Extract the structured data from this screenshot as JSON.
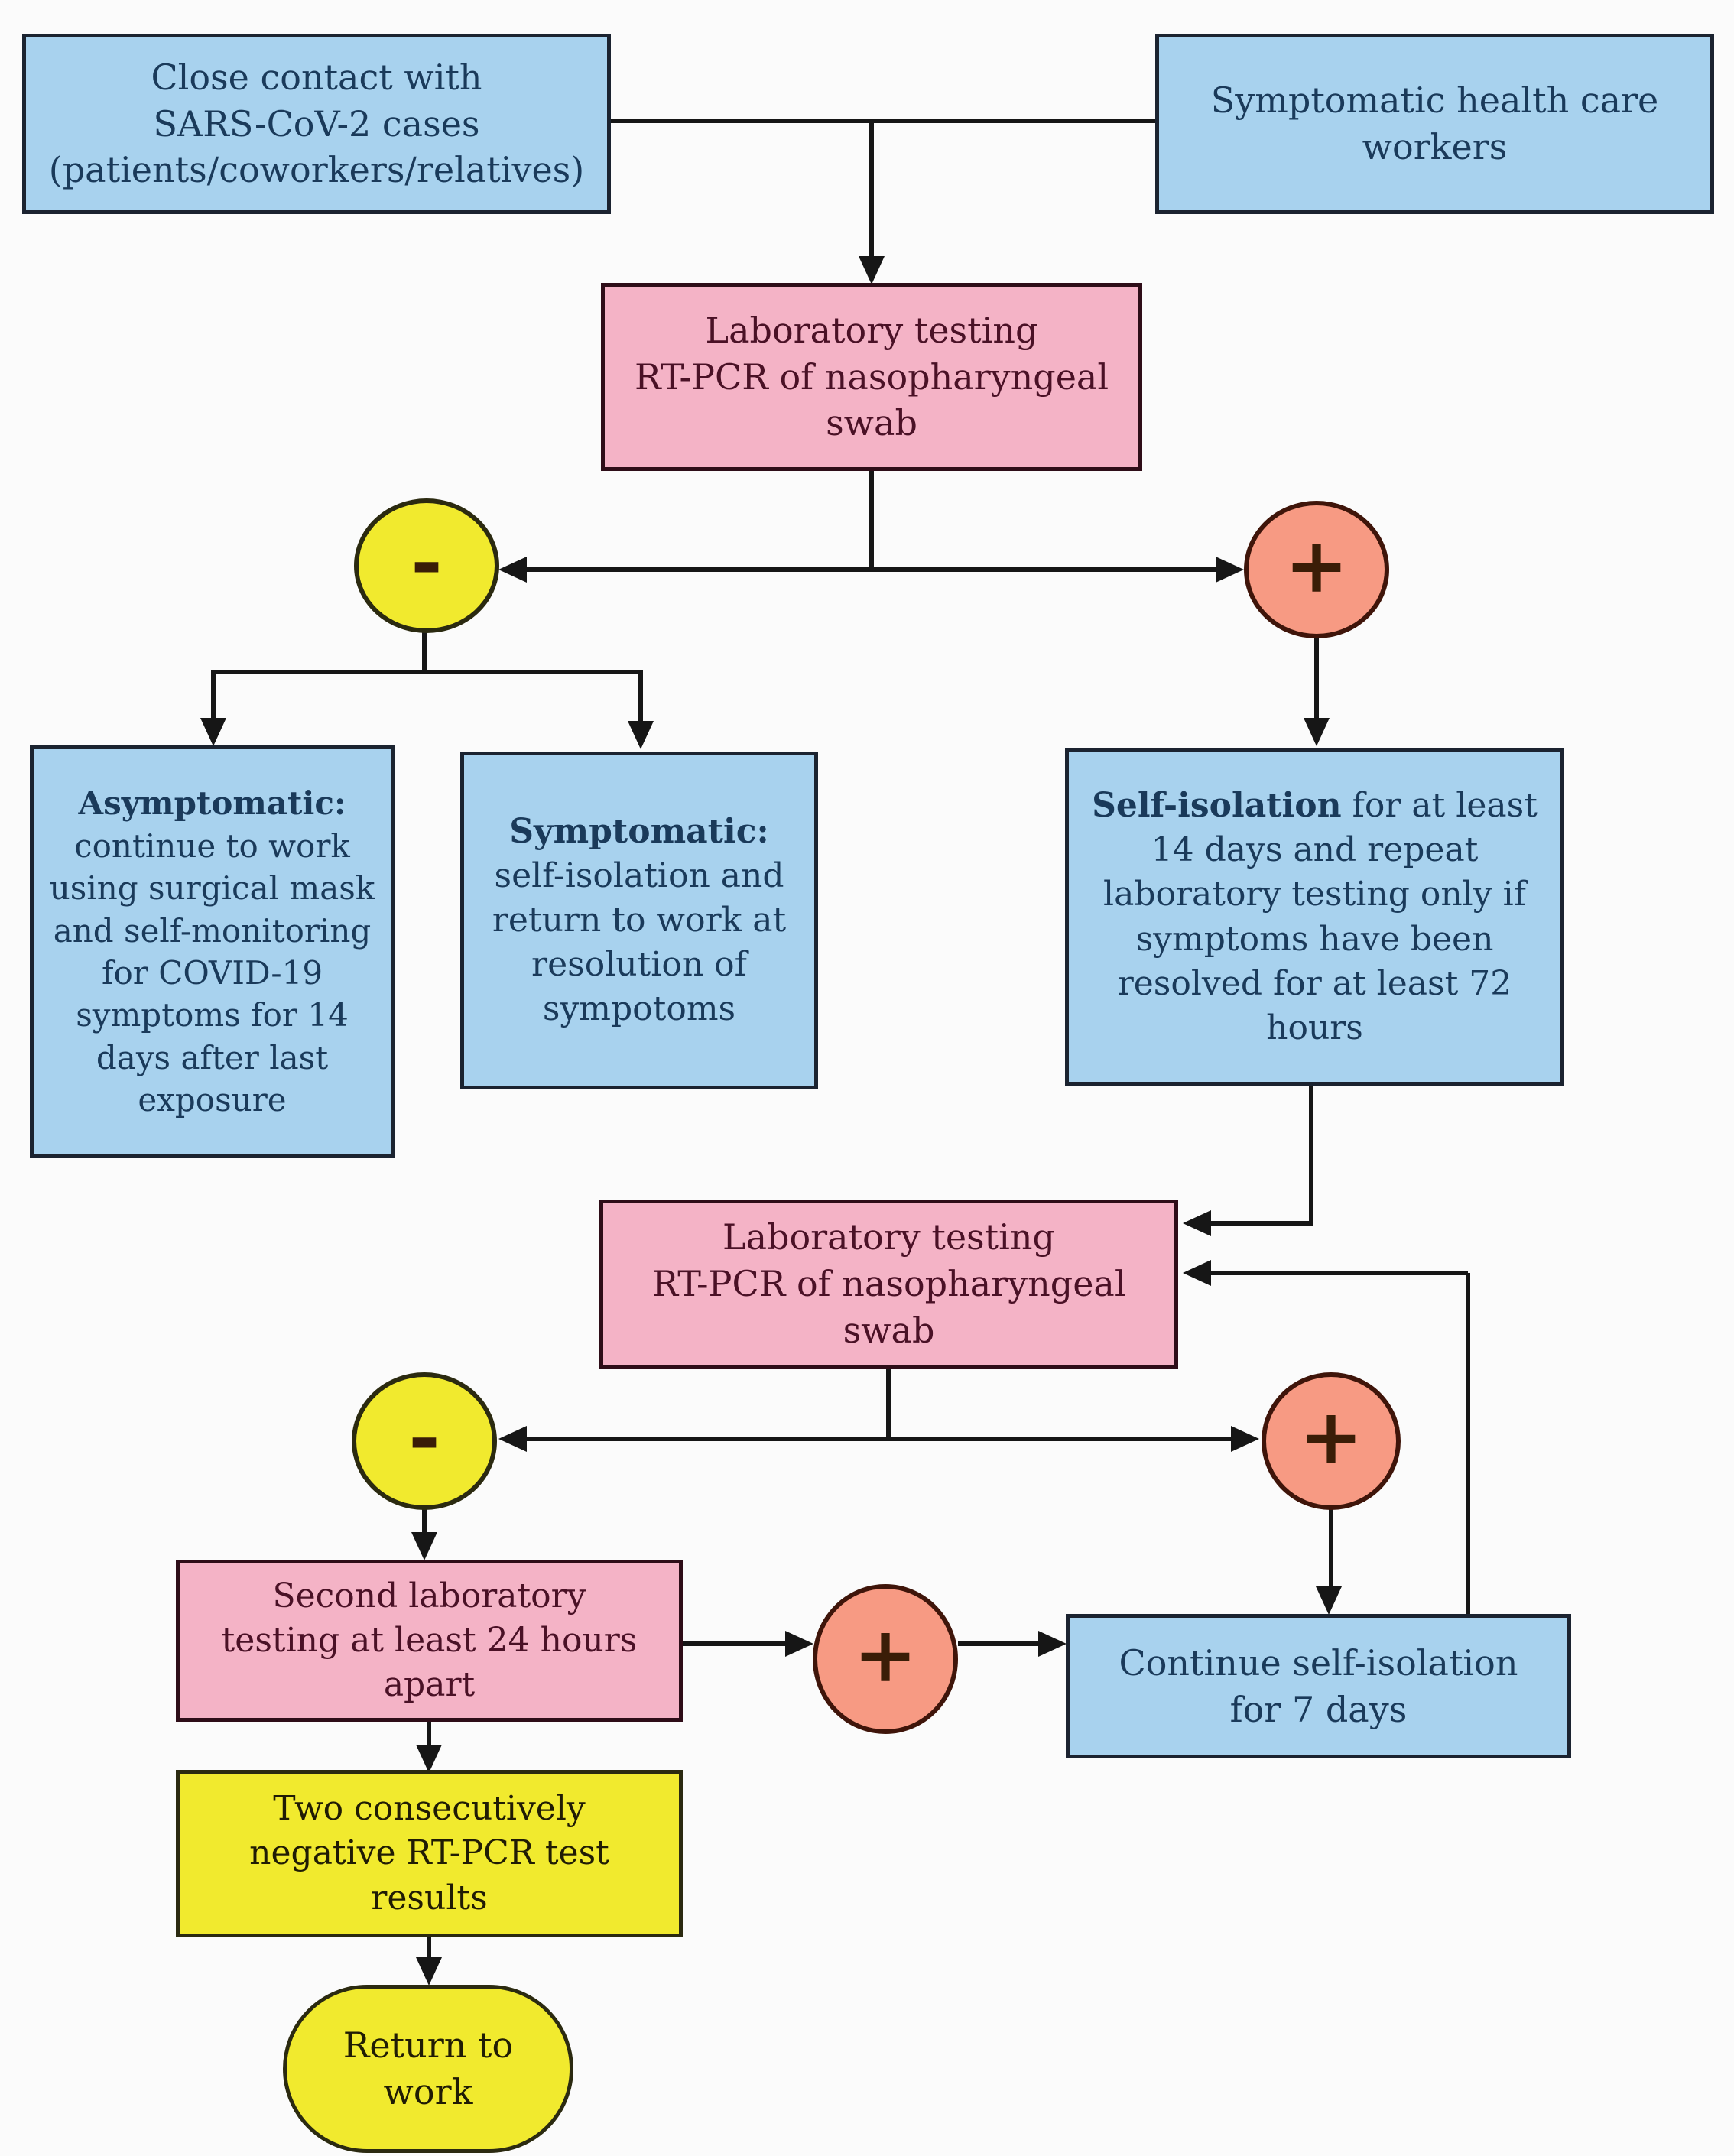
{
  "palette": {
    "blue": "#a8d2ee",
    "pink": "#f4b3c6",
    "yellow": "#f1ea2e",
    "salmon": "#f79a83",
    "line": "#161616",
    "blue_text": "#1a3a5a",
    "pink_text": "#4a1126",
    "dark_text": "#201c04",
    "sign_text": "#3a1d07",
    "bg": "#fbfbfb"
  },
  "nodes": {
    "close_contact": {
      "text": "Close contact with\nSARS-CoV-2 cases\n(patients/coworkers/relatives)"
    },
    "symptomatic_hcw": {
      "text": "Symptomatic health care\nworkers"
    },
    "lab_test_1": {
      "text": "Laboratory testing\nRT-PCR of nasopharyngeal\nswab"
    },
    "negative_1": {
      "label": "-"
    },
    "positive_1": {
      "label": "+"
    },
    "asymptomatic": {
      "bold": "Asymptomatic:",
      "rest": "continue to work using surgical mask and self-monitoring for COVID-19 symptoms for 14 days after last exposure"
    },
    "symptomatic": {
      "bold": "Symptomatic:",
      "rest": "self-isolation and return to work at resolution of sympotoms"
    },
    "self_isolation": {
      "bold": "Self-isolation",
      "rest": "for at least 14 days and repeat laboratory testing only if symptoms have been resolved for at least 72 hours"
    },
    "lab_test_2": {
      "text": "Laboratory testing\nRT-PCR of nasopharyngeal\nswab"
    },
    "negative_2": {
      "label": "-"
    },
    "positive_2": {
      "label": "+"
    },
    "second_lab": {
      "text": "Second laboratory\ntesting at least 24 hours\napart"
    },
    "positive_3": {
      "label": "+"
    },
    "continue_isolation": {
      "text": "Continue self-isolation\nfor 7 days"
    },
    "two_negative": {
      "text": "Two consecutively\nnegative RT-PCR test\nresults"
    },
    "return_to_work": {
      "text": "Return to\nwork"
    }
  }
}
